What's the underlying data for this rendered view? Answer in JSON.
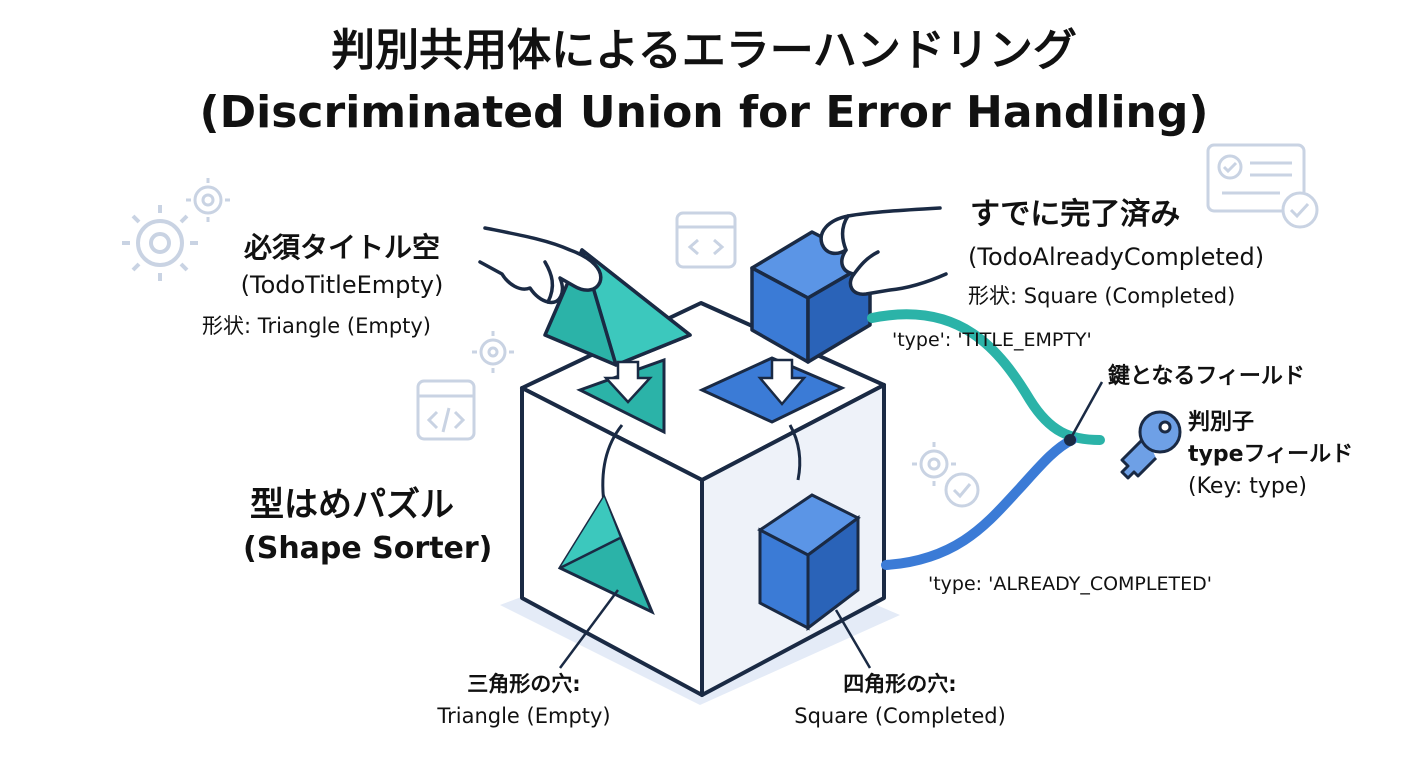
{
  "title": {
    "line1": "判別共用体によるエラーハンドリング",
    "line2": "(Discriminated Union for Error Handling)"
  },
  "left_label": {
    "jp": "必須タイトル空",
    "en": "(TodoTitleEmpty)",
    "shape": "形状: Triangle (Empty)"
  },
  "right_label": {
    "jp": "すでに完了済み",
    "en": "(TodoAlreadyCompleted)",
    "shape": "形状: Square (Completed)"
  },
  "sorter_label": {
    "jp": "型はめパズル",
    "en": "(Shape Sorter)"
  },
  "hole_triangle": {
    "jp": "三角形の穴:",
    "en": "Triangle (Empty)"
  },
  "hole_square": {
    "jp": "四角形の穴:",
    "en": "Square (Completed)"
  },
  "type_title_empty": "'type': 'TITLE_EMPTY'",
  "type_already_completed": "'type: 'ALREADY_COMPLETED'",
  "key_field_label": "鍵となるフィールド",
  "discriminator": {
    "jp": "判別子",
    "field": "typeフィールド",
    "key": "(Key: type)"
  },
  "colors": {
    "teal": "#2bb3a8",
    "teal_dark": "#1f8f86",
    "blue": "#3b7bd6",
    "blue_dark": "#1f4f9a",
    "outline": "#1a2a44",
    "icon": "#c9d3e3",
    "shadow": "#e4ebf7"
  },
  "icons": [
    "gear-icon",
    "code-window-icon",
    "checklist-icon",
    "check-circle-icon",
    "key-icon",
    "hand-icon"
  ]
}
